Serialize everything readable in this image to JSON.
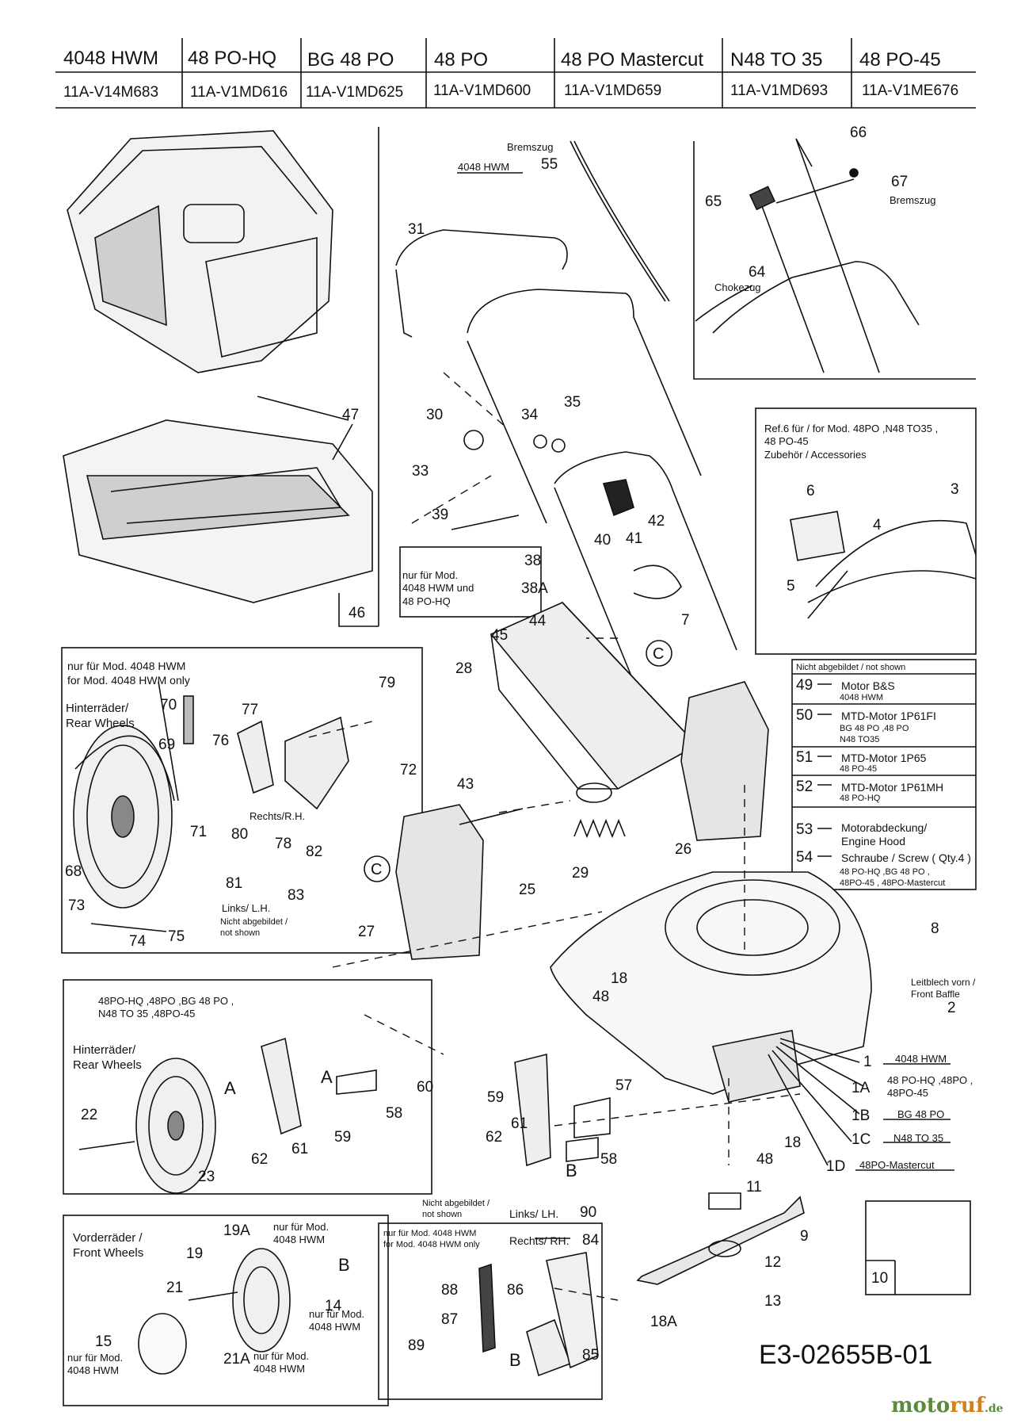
{
  "header": {
    "models": [
      "4048 HWM",
      "48 PO-HQ",
      "BG 48 PO",
      "48 PO",
      "48 PO Mastercut",
      "N48 TO 35",
      "48 PO-45"
    ],
    "codes": [
      "11A-V14M683",
      "11A-V1MD616",
      "11A-V1MD625",
      "11A-V1MD600",
      "11A-V1MD659",
      "11A-V1MD693",
      "11A-V1ME676"
    ]
  },
  "callouts": {
    "p2": "2",
    "p3": "3",
    "p4": "4",
    "p5": "5",
    "p6": "6",
    "p7": "7",
    "p8": "8",
    "p9": "9",
    "p10": "10",
    "p11": "11",
    "p12": "12",
    "p13": "13",
    "p14": "14",
    "p15": "15",
    "p18a": "18",
    "p18b": "18",
    "p18A": "18A",
    "p19": "19",
    "p19A": "19A",
    "p21": "21",
    "p21A": "21A",
    "p22": "22",
    "p23": "23",
    "p25": "25",
    "p26": "26",
    "p27": "27",
    "p28": "28",
    "p29": "29",
    "p30": "30",
    "p31": "31",
    "p33": "33",
    "p34": "34",
    "p35": "35",
    "p38": "38",
    "p38A": "38A",
    "p39": "39",
    "p40": "40",
    "p41": "41",
    "p42": "42",
    "p43": "43",
    "p44": "44",
    "p45": "45",
    "p46": "46",
    "p47": "47",
    "p48a": "48",
    "p48b": "48",
    "p55": "55",
    "p57": "57",
    "p58a": "58",
    "p58b": "58",
    "p59a": "59",
    "p59b": "59",
    "p60": "60",
    "p61a": "61",
    "p61b": "61",
    "p62a": "62",
    "p62b": "62",
    "p64": "64",
    "p65": "65",
    "p66": "66",
    "p67": "67",
    "p68": "68",
    "p69": "69",
    "p70": "70",
    "p71": "71",
    "p72": "72",
    "p73": "73",
    "p74": "74",
    "p75": "75",
    "p76": "76",
    "p77": "77",
    "p78": "78",
    "p79": "79",
    "p80": "80",
    "p81": "81",
    "p82": "82",
    "p83": "83",
    "p84": "84",
    "p85": "85",
    "p86": "86",
    "p87": "87",
    "p88": "88",
    "p89": "89",
    "p90": "90",
    "A1": "A",
    "A2": "A",
    "B1": "B",
    "B2": "B",
    "B3": "B",
    "C1": "C",
    "C2": "C"
  },
  "texts": {
    "bremszug1": "Bremszug",
    "bremszug_model": "4048 HWM",
    "bremszug2": "Bremszug",
    "chokezug": "Chokezug",
    "note38A": [
      "nur für Mod.",
      "4048 HWM  und",
      "48 PO-HQ"
    ],
    "ref6": [
      "Ref.6  für / for Mod. 48PO ,N48 TO35 ,",
      "48 PO-45",
      "Zubehör / Accessories"
    ],
    "hwm_only": [
      "nur für  Mod. 4048 HWM",
      "for Mod. 4048 HWM  only"
    ],
    "rear_wheels1": [
      "Hinterräder/",
      "Rear Wheels"
    ],
    "rechts_rh": "Rechts/R.H.",
    "links_lh": "Links/ L.H.",
    "not_shown1": [
      "Nicht abgebildet /",
      "not shown"
    ],
    "models_rear2": [
      "48PO-HQ ,48PO ,BG 48 PO ,",
      "N48 TO 35 ,48PO-45"
    ],
    "rear_wheels2": [
      "Hinterräder/",
      "Rear Wheels"
    ],
    "front_wheels": [
      "Vorderräder /",
      "Front Wheels"
    ],
    "note19A": [
      "nur für Mod.",
      "4048 HWM"
    ],
    "note14": [
      "nur für Mod.",
      "4048 HWM"
    ],
    "note15": [
      "nur für Mod.",
      "4048 HWM"
    ],
    "note21A": [
      "nur für Mod.",
      "4048 HWM"
    ],
    "not_shown2": [
      "Nicht abgebildet /",
      "not shown"
    ],
    "links_lh2": "Links/ LH.",
    "rechts_rh2": "Rechts/ RH.",
    "hwm_only2": [
      "nur für  Mod. 4048 HWM",
      "for Mod. 4048 HWM  only"
    ],
    "front_baffle": [
      "Leitblech vorn /",
      "Front Baffle"
    ],
    "diagram_code": "E3-02655B-01",
    "logo_a": "moto",
    "logo_b": "ruf",
    "logo_c": ".de"
  },
  "legend": {
    "title": "Nicht abgebildet / not shown",
    "items": [
      {
        "num": "49",
        "label": "Motor B&S",
        "sub": "4048 HWM"
      },
      {
        "num": "50",
        "label": "MTD-Motor  1P61FI",
        "sub": "BG 48 PO ,48 PO\nN48 TO35"
      },
      {
        "num": "51",
        "label": "MTD-Motor  1P65",
        "sub": "48 PO-45"
      },
      {
        "num": "52",
        "label": "MTD-Motor  1P61MH",
        "sub": "48 PO-HQ"
      },
      {
        "num": "53",
        "label": "Motorabdeckung/\nEngine Hood",
        "sub": ""
      },
      {
        "num": "54",
        "label": "Schraube / Screw ( Qty.4 )",
        "sub": "48 PO-HQ ,BG 48 PO ,\n48PO-45 , 48PO-Mastercut"
      }
    ]
  },
  "blades": [
    {
      "num": "1",
      "model": "4048 HWM"
    },
    {
      "num": "1A",
      "model": "48 PO-HQ ,48PO ,\n48PO-45"
    },
    {
      "num": "1B",
      "model": "BG 48 PO"
    },
    {
      "num": "1C",
      "model": "N48 TO 35"
    },
    {
      "num": "1D",
      "model": "48PO-Mastercut"
    }
  ]
}
